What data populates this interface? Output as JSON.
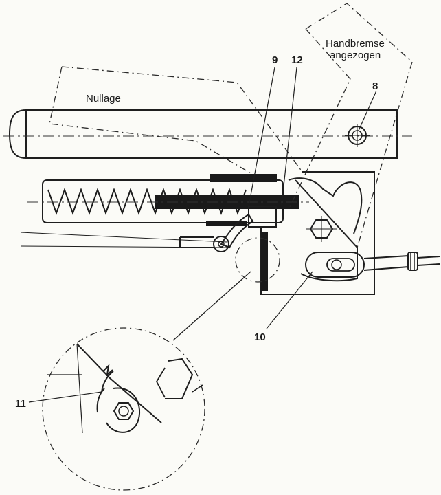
{
  "labels": {
    "nullage": "Nullage",
    "handbremse_line1": "Handbremse",
    "handbremse_line2": "angezogen",
    "n8": "8",
    "n9": "9",
    "n10": "10",
    "n11": "11",
    "n12": "12"
  }
}
